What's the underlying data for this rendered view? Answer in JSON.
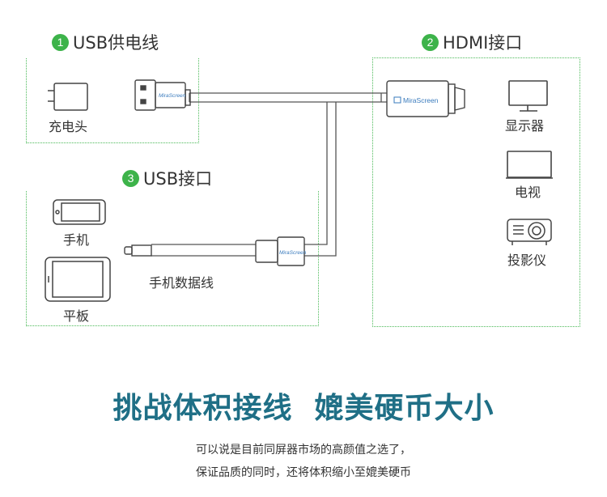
{
  "sections": {
    "usb_power": {
      "num": "1",
      "title": "USB供电线"
    },
    "hdmi": {
      "num": "2",
      "title": "HDMI接口"
    },
    "usb_port": {
      "num": "3",
      "title": "USB接口"
    }
  },
  "labels": {
    "charger": "充电头",
    "monitor": "显示器",
    "tv": "电视",
    "projector": "投影仪",
    "phone": "手机",
    "tablet": "平板",
    "phone_cable": "手机数据线"
  },
  "brand": {
    "big": "MiraScreen",
    "small1": "MiraScreen",
    "small2": "MiraScreen"
  },
  "headline": "挑战体积接线  媲美硬币大小",
  "description": [
    "可以说是目前同屏器市场的高颜值之选了，",
    "保证品质的同时，还将体积缩小至媲美硬币"
  ]
}
